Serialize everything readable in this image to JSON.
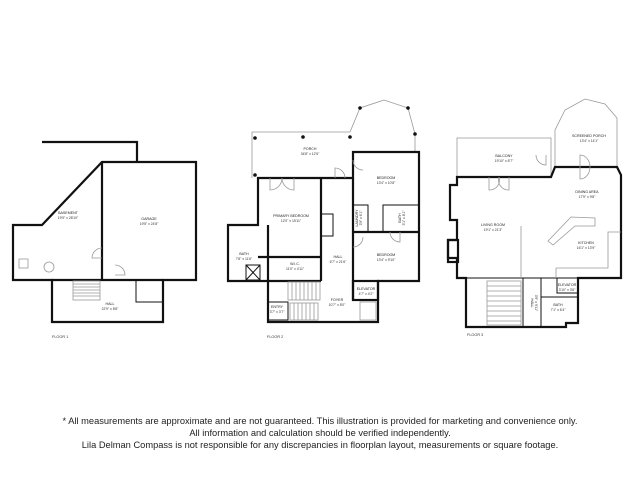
{
  "floors": [
    {
      "label": "FLOOR 1",
      "rooms": [
        {
          "name": "BASEMENT",
          "dims": "19'9\" x 28'10\""
        },
        {
          "name": "GARAGE",
          "dims": "19'5\" x 24'8\""
        },
        {
          "name": "HALL",
          "dims": "22'9\" x 8'8\""
        }
      ]
    },
    {
      "label": "FLOOR 2",
      "rooms": [
        {
          "name": "PORCH",
          "dims": "34'8\" x 12'5\""
        },
        {
          "name": "PRIMARY BEDROOM",
          "dims": "12'0\" x 15'11\""
        },
        {
          "name": "BEDROOM",
          "dims": "13'4\" x 10'8\""
        },
        {
          "name": "LAUNDRY",
          "dims": "3'9\" x 6'1\""
        },
        {
          "name": "BATH",
          "dims": "5'1\" x 8'1\""
        },
        {
          "name": "BEDROOM",
          "dims": "13'4\" x 9'10\""
        },
        {
          "name": "HALL",
          "dims": "6'7\" x 21'6\""
        },
        {
          "name": "BATH",
          "dims": "7'8\" x 11'6\""
        },
        {
          "name": "W.I.C.",
          "dims": "11'0\" x 4'11\""
        },
        {
          "name": "ELEVATOR",
          "dims": "4'7\" x 4'2\""
        },
        {
          "name": "FOYER",
          "dims": "10'7\" x 8'0\""
        },
        {
          "name": "ENTRY",
          "dims": "3'7\" x 3'7\""
        }
      ]
    },
    {
      "label": "FLOOR 3",
      "rooms": [
        {
          "name": "BALCONY",
          "dims": "19'10\" x 8'7\""
        },
        {
          "name": "SCREENED PORCH",
          "dims": "13'4\" x 14'1\""
        },
        {
          "name": "DINING AREA",
          "dims": "17'9\" x 9'8\""
        },
        {
          "name": "LIVING ROOM",
          "dims": "19'1\" x 21'3\""
        },
        {
          "name": "KITCHEN",
          "dims": "16'1\" x 13'9\""
        },
        {
          "name": "ELEVATOR",
          "dims": "3'10\" x 3'6\""
        },
        {
          "name": "HALL",
          "dims": "3'9\" x 9'11\""
        },
        {
          "name": "BATH",
          "dims": "7'1\" x 6'4\""
        }
      ]
    }
  ],
  "disclaimer": [
    "* All measurements are approximate and are not guaranteed. This illustration is provided for marketing and convenience only.",
    "All information and calculation should be verified independently.",
    "Lila Delman Compass  is not responsible for any discrepancies in floorplan layout, measurements or square footage."
  ]
}
